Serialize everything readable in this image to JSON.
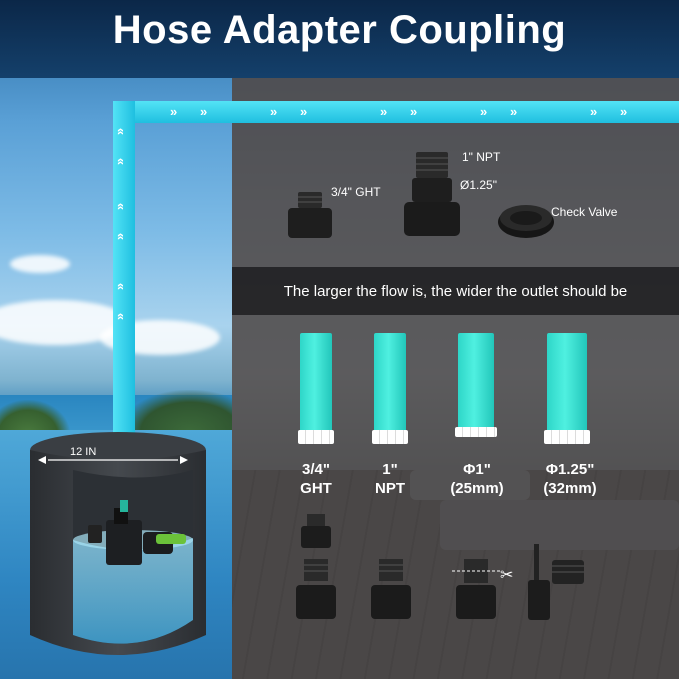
{
  "title": "Hose Adapter Coupling",
  "basin_label": "12 IN",
  "top_parts": {
    "ght_label": "3/4\" GHT",
    "npt_label": "1\" NPT",
    "dia_label": "Ø1.25\"",
    "check_label": "Check Valve"
  },
  "banner": "The larger the flow is, the wider the outlet should be",
  "columns": [
    {
      "line1": "3/4\"",
      "line2": "GHT"
    },
    {
      "line1": "1\"",
      "line2": "NPT"
    },
    {
      "line1": "Φ1\"",
      "line2": "(25mm)"
    },
    {
      "line1": "Φ1.25\"",
      "line2": "(32mm)"
    }
  ],
  "colors": {
    "title_bar": "#0b2748",
    "hose": "#2fcbe8",
    "tube": "#2ed6c8"
  },
  "icons": [
    "scissors-icon",
    "chevron-up-icon",
    "chevron-right-icon"
  ]
}
